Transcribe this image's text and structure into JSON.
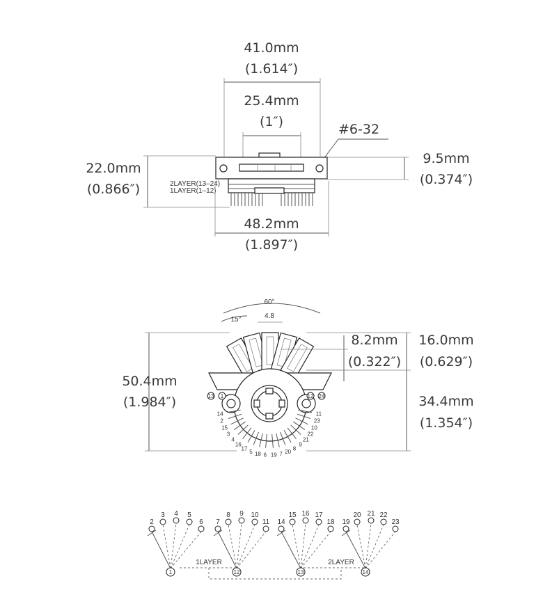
{
  "top_view": {
    "width_outer": "41.0mm",
    "width_outer_in": "(1.614″)",
    "width_inner": "25.4mm",
    "width_inner_in": "(1″)",
    "screw": "#6-32",
    "height": "22.0mm",
    "height_in": "(0.866″)",
    "depth": "9.5mm",
    "depth_in": "(0.374″)",
    "base": "48.2mm",
    "base_in": "(1.897″)",
    "layer2": "2LAYER(13–24)",
    "layer1": "1LAYER(1–12)"
  },
  "side_view": {
    "angle_total": "60°",
    "angle_step": "15°",
    "lever_width": "4.8",
    "lever_height": "8.2mm",
    "lever_height_in": "(0.322″)",
    "upper_height": "16.0mm",
    "upper_height_in": "(0.629″)",
    "total_height": "50.4mm",
    "total_height_in": "(1.984″)",
    "lower_height": "34.4mm",
    "lower_height_in": "(1.354″)",
    "left_lugs": [
      "14",
      "2",
      "15",
      "3",
      "4",
      "16",
      "17",
      "5",
      "18",
      "6"
    ],
    "right_lugs": [
      "11",
      "23",
      "10",
      "22",
      "21",
      "9",
      "8",
      "20",
      "7",
      "19"
    ],
    "commons": [
      "13",
      "1",
      "12",
      "24"
    ]
  },
  "wiring": {
    "groups": [
      {
        "common": "1",
        "pins": [
          "2",
          "3",
          "4",
          "5",
          "6"
        ]
      },
      {
        "common": "12",
        "pins": [
          "7",
          "8",
          "9",
          "10",
          "11"
        ]
      },
      {
        "common": "13",
        "pins": [
          "14",
          "15",
          "16",
          "17",
          "18"
        ]
      },
      {
        "common": "14",
        "pins": [
          "19",
          "20",
          "21",
          "22",
          "23"
        ]
      }
    ],
    "layer1": "1LAYER",
    "layer2": "2LAYER"
  }
}
